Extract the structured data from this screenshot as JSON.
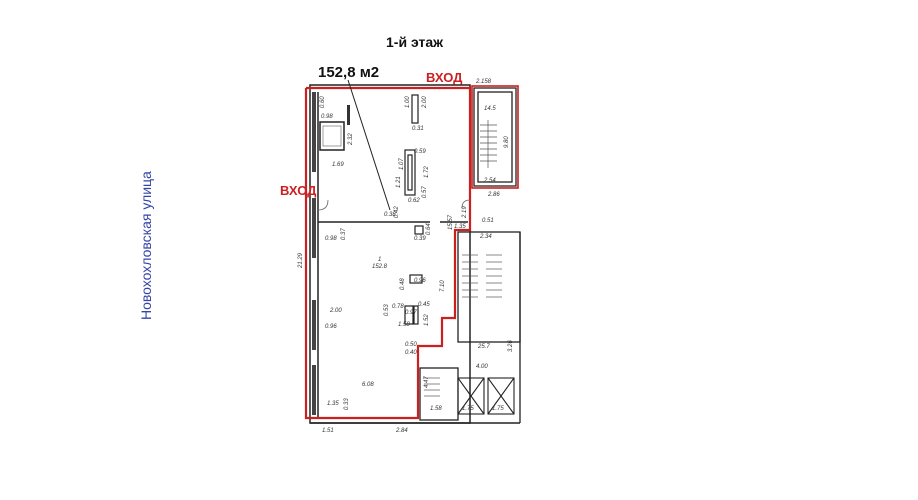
{
  "title": "1-й этаж",
  "area_label": "152,8 м2",
  "entrance_top": "ВХОД",
  "entrance_left": "ВХОД",
  "street_label": "Новохохловская улица",
  "colors": {
    "outline": "#cc2020",
    "walls": "#222222",
    "street": "#3344aa"
  },
  "dimensions": {
    "d0": "0.60",
    "d1": "0.98",
    "d2": "1.00",
    "d3": "2.00",
    "d4": "0.31",
    "d5": "2.32",
    "d6": "1.69",
    "d7": "0.59",
    "d8": "1.07",
    "d9": "1.21",
    "d10": "1.72",
    "d11": "0.62",
    "d12": "0.57",
    "d13": "0.38",
    "d14": "0.42",
    "d15": "0.98",
    "d16": "0.37",
    "d17": "0.39",
    "d18": "0.64",
    "d19": "15.57",
    "d20": "2.19",
    "d21": "21.29",
    "d22": "7.10",
    "d23": "0.96",
    "d24": "0.48",
    "d25": "2.00",
    "d26": "0.53",
    "d27": "0.78",
    "d28": "0.97",
    "d29": "0.45",
    "d30": "1.58",
    "d31": "1.52",
    "d32": "0.96",
    "d33": "0.50",
    "d34": "0.40",
    "d35": "6.08",
    "d36": "1.35",
    "d37": "0.33",
    "d38": "2.158",
    "d39": "14.5",
    "d40": "9.80",
    "d41": "2.54",
    "d42": "2.86",
    "d43": "1.35",
    "d44": "0.51",
    "d45": "2.34",
    "d46": "4.47",
    "d47": "25.7",
    "d48": "3.26",
    "d49": "4.00",
    "d50": "1.58",
    "d51": "1.75",
    "d52": "1.75",
    "d53": "1.51",
    "d54": "2.84",
    "d55": "152.8",
    "d56": "1"
  }
}
